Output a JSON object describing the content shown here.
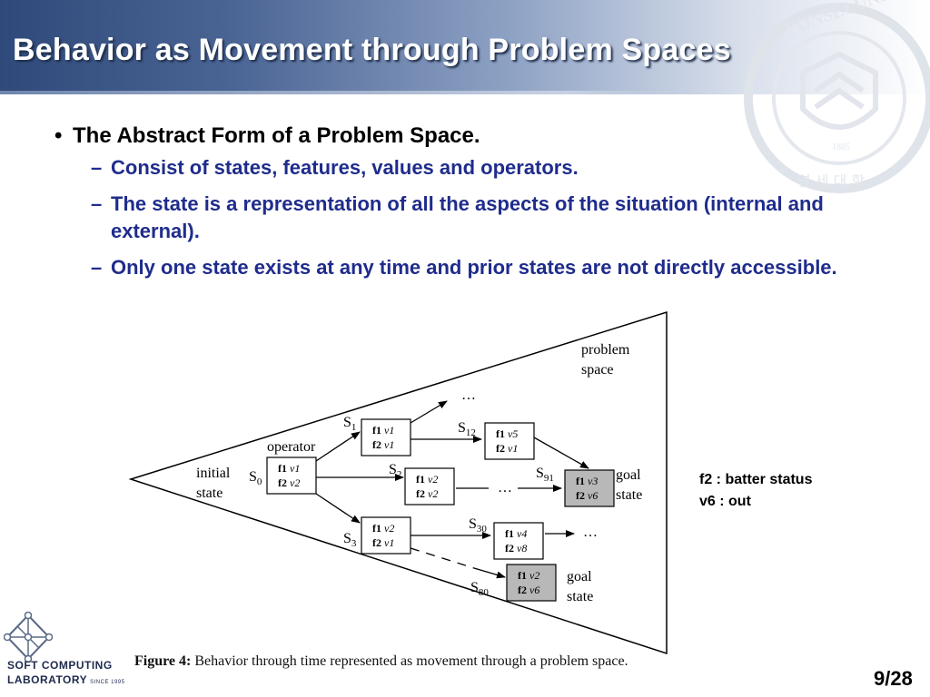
{
  "slide": {
    "title": "Behavior as Movement through Problem Spaces",
    "page": "9/28"
  },
  "bullets": {
    "main": "The Abstract Form of a Problem Space.",
    "subs": [
      "Consist of states, features, values and operators.",
      "The state is a representation of all the aspects of the situation (internal and external).",
      "Only one state exists at any time and prior states are not directly accessible."
    ]
  },
  "diagram": {
    "labels": {
      "problem": "problem",
      "space": "space",
      "operator": "operator",
      "initial": "initial",
      "state": "state",
      "goal": "goal",
      "ellipsis": "…"
    },
    "states": {
      "s0": {
        "name": "S0",
        "sub": "0",
        "f1": "v1",
        "f2": "v2"
      },
      "s1": {
        "name": "S1",
        "sub": "1",
        "f1": "v1",
        "f2": "v1"
      },
      "s2": {
        "name": "S2",
        "sub": "2",
        "f1": "v2",
        "f2": "v2"
      },
      "s3": {
        "name": "S3",
        "sub": "3",
        "f1": "v2",
        "f2": "v1"
      },
      "s12": {
        "name": "S12",
        "sub": "12",
        "f1": "v5",
        "f2": "v1"
      },
      "s91": {
        "name": "S91",
        "sub": "91",
        "f1": "v3",
        "f2": "v6",
        "goal": true
      },
      "s30": {
        "name": "S30",
        "sub": "30",
        "f1": "v4",
        "f2": "v8"
      },
      "s80": {
        "name": "S80",
        "sub": "80",
        "f1": "v2",
        "f2": "v6",
        "goal": true
      }
    },
    "feature_names": {
      "f1": "f1",
      "f2": "f2"
    }
  },
  "note": {
    "line1": "f2 : batter status",
    "line2": "v6 : out"
  },
  "caption": {
    "label": "Figure 4:",
    "text": "Behavior through time represented as movement through a problem space."
  },
  "logo": {
    "line1": "SOFT COMPUTING",
    "line2": "LABORATORY",
    "since": "SINCE 1995"
  },
  "seal": {
    "text": "YONSEI UNIVERSITY",
    "year": "1885",
    "korean": "연 세 대 학"
  },
  "colors": {
    "header_dark": "#2f4a7a",
    "subtext_blue": "#1f2c8c",
    "goal_fill": "#b8b8b8"
  }
}
